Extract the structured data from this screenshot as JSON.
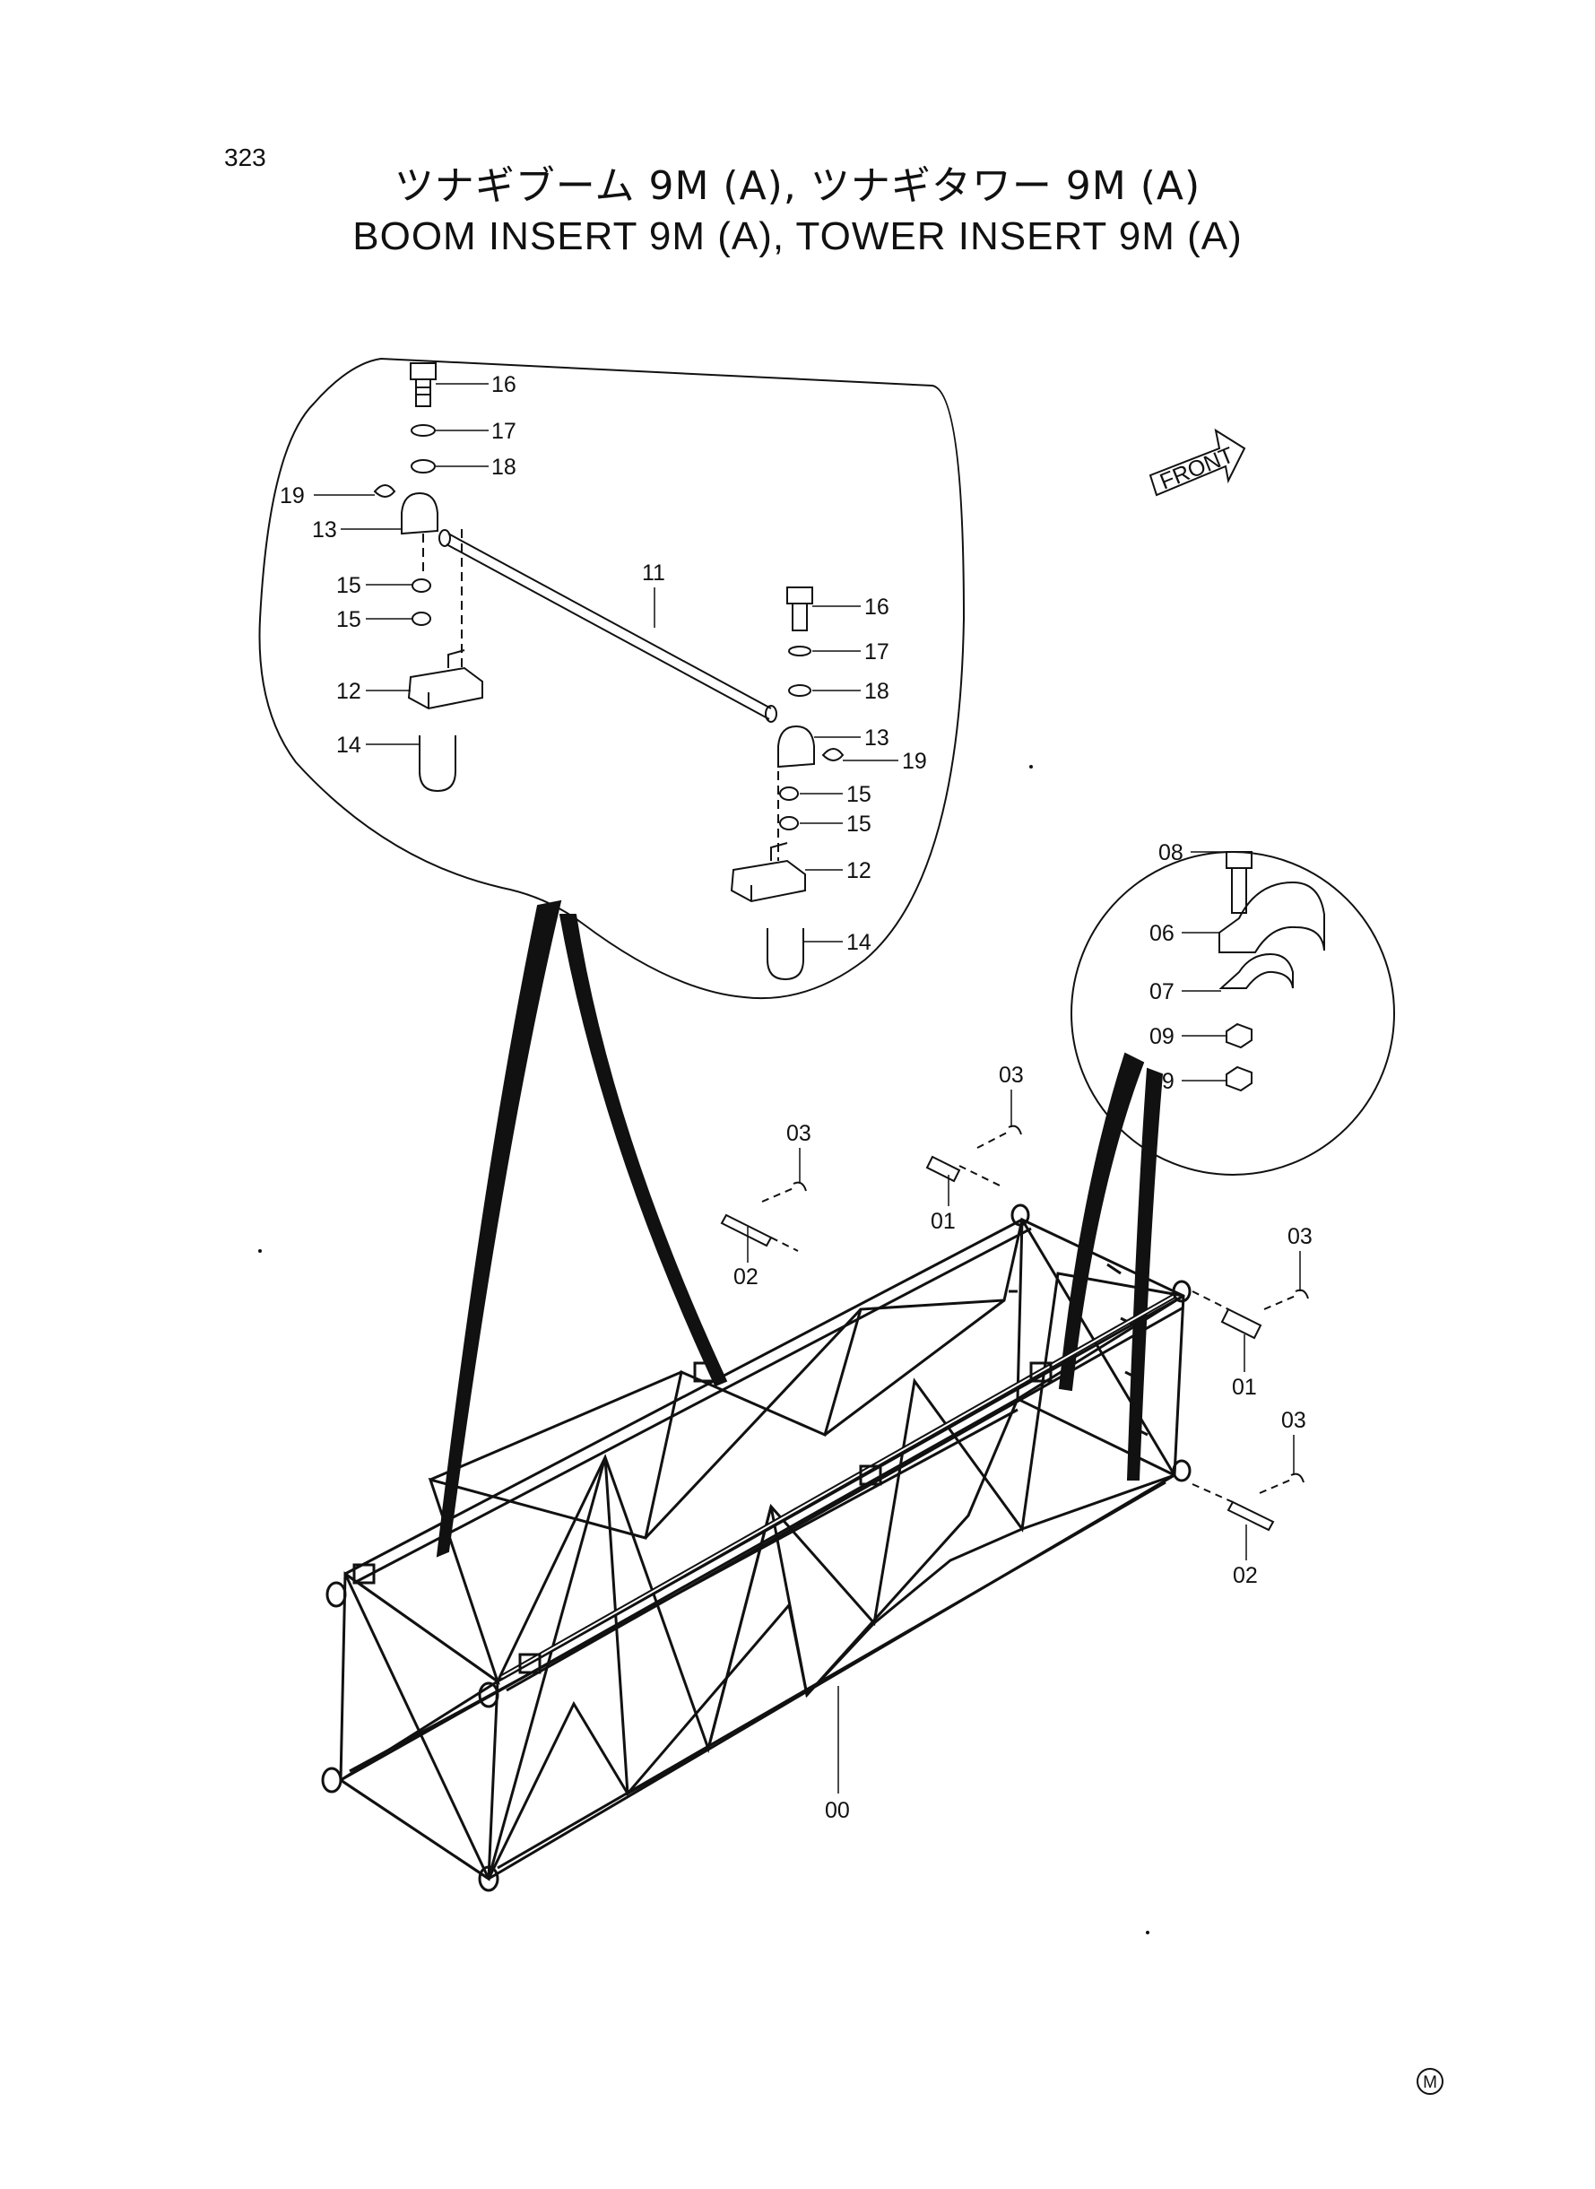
{
  "page_number": "323",
  "title": {
    "japanese": "ツナギブーム 9M (A), ツナギタワー 9M (A)",
    "english": "BOOM INSERT 9M (A), TOWER INSERT 9M (A)"
  },
  "front_label": "FRONT",
  "mark": "M",
  "part_numbers": {
    "p00": "00",
    "p01": "01",
    "p02": "02",
    "p03": "03",
    "p06": "06",
    "p07": "07",
    "p08": "08",
    "p09": "09",
    "p11": "11",
    "p12": "12",
    "p13": "13",
    "p14": "14",
    "p15": "15",
    "p16": "16",
    "p17": "17",
    "p18": "18",
    "p19": "19"
  }
}
